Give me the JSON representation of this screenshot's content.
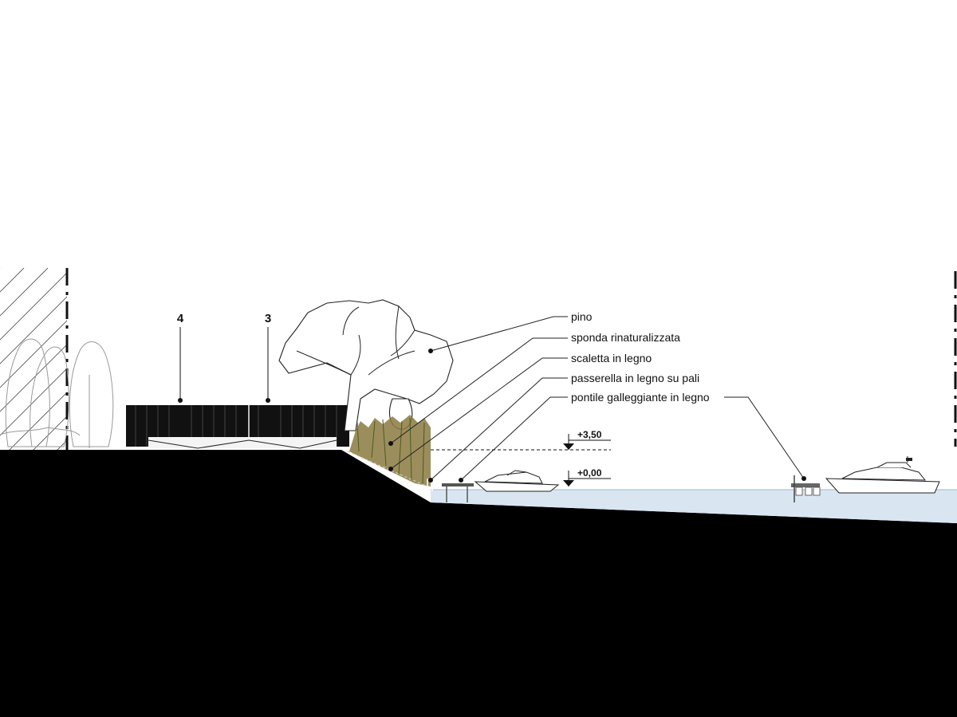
{
  "callouts": [
    {
      "key": "pino",
      "label": "pino"
    },
    {
      "key": "sponda",
      "label": "sponda rinaturalizzata"
    },
    {
      "key": "scaletta",
      "label": "scaletta in legno"
    },
    {
      "key": "passerella",
      "label": "passerella in legno su pali"
    },
    {
      "key": "pontile",
      "label": "pontile galleggiante in legno"
    }
  ],
  "section_markers": [
    {
      "key": "m4",
      "label": "4"
    },
    {
      "key": "m3",
      "label": "3"
    }
  ],
  "levels": [
    {
      "key": "top",
      "label": "+3,50"
    },
    {
      "key": "water",
      "label": "+0,00"
    }
  ],
  "colors": {
    "ground": "#000000",
    "water": "#d9e6f2",
    "vegetation": "#8a7a40"
  }
}
